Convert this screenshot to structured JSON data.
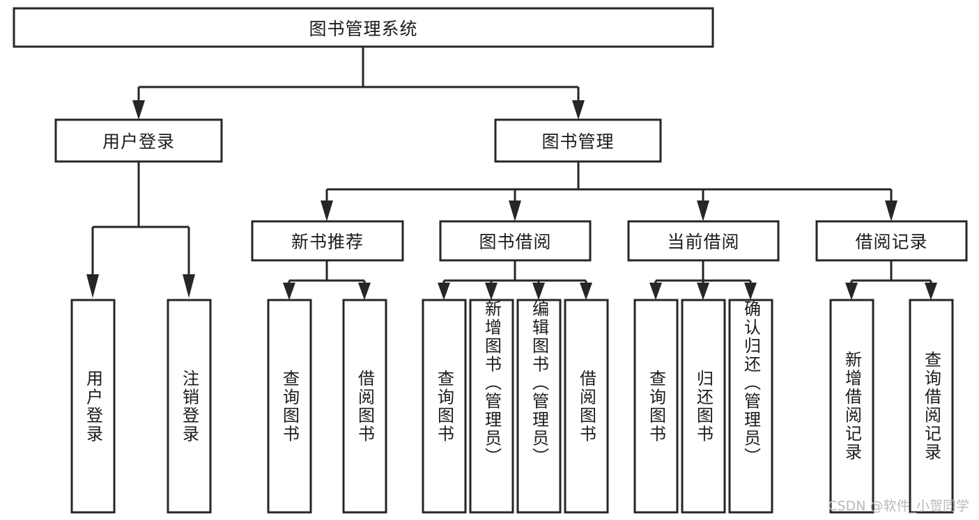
{
  "diagram": {
    "type": "tree-hierarchy",
    "title": "图书管理系统",
    "root": {
      "id": "root",
      "label": "图书管理系统",
      "level": 1
    },
    "level2": [
      {
        "id": "user-login",
        "label": "用户登录"
      },
      {
        "id": "book-management",
        "label": "图书管理"
      }
    ],
    "level3": [
      {
        "id": "new-book-recommend",
        "label": "新书推荐",
        "parent": "book-management"
      },
      {
        "id": "book-borrow",
        "label": "图书借阅",
        "parent": "book-management"
      },
      {
        "id": "current-borrow",
        "label": "当前借阅",
        "parent": "book-management"
      },
      {
        "id": "borrow-record",
        "label": "借阅记录",
        "parent": "book-management"
      }
    ],
    "leaves": [
      {
        "id": "leaf-user-login",
        "label": "用户登录",
        "parent": "user-login"
      },
      {
        "id": "leaf-logout-login",
        "label": "注销登录",
        "parent": "user-login"
      },
      {
        "id": "leaf-query-book-1",
        "label": "查询图书",
        "parent": "new-book-recommend"
      },
      {
        "id": "leaf-borrow-book-1",
        "label": "借阅图书",
        "parent": "new-book-recommend"
      },
      {
        "id": "leaf-query-book-2",
        "label": "查询图书",
        "parent": "book-borrow"
      },
      {
        "id": "leaf-add-book",
        "label": "新增图书（管理员）",
        "parent": "book-borrow"
      },
      {
        "id": "leaf-edit-book",
        "label": "编辑图书（管理员）",
        "parent": "book-borrow"
      },
      {
        "id": "leaf-borrow-book-2",
        "label": "借阅图书",
        "parent": "book-borrow"
      },
      {
        "id": "leaf-query-book-3",
        "label": "查询图书",
        "parent": "current-borrow"
      },
      {
        "id": "leaf-return-book",
        "label": "归还图书",
        "parent": "current-borrow"
      },
      {
        "id": "leaf-confirm-return",
        "label": "确认归还（管理员）",
        "parent": "current-borrow"
      },
      {
        "id": "leaf-add-record",
        "label": "新增借阅记录",
        "parent": "borrow-record"
      },
      {
        "id": "leaf-query-record",
        "label": "查询借阅记录",
        "parent": "borrow-record"
      }
    ],
    "colors": {
      "box_stroke": "#262626",
      "box_fill": "#ffffff",
      "text": "#1b1b1b",
      "connector": "#262626",
      "watermark": "#b9b9b9",
      "background": "#ffffff"
    }
  },
  "watermark": {
    "text": "CSDN @软件_小贺同学"
  }
}
